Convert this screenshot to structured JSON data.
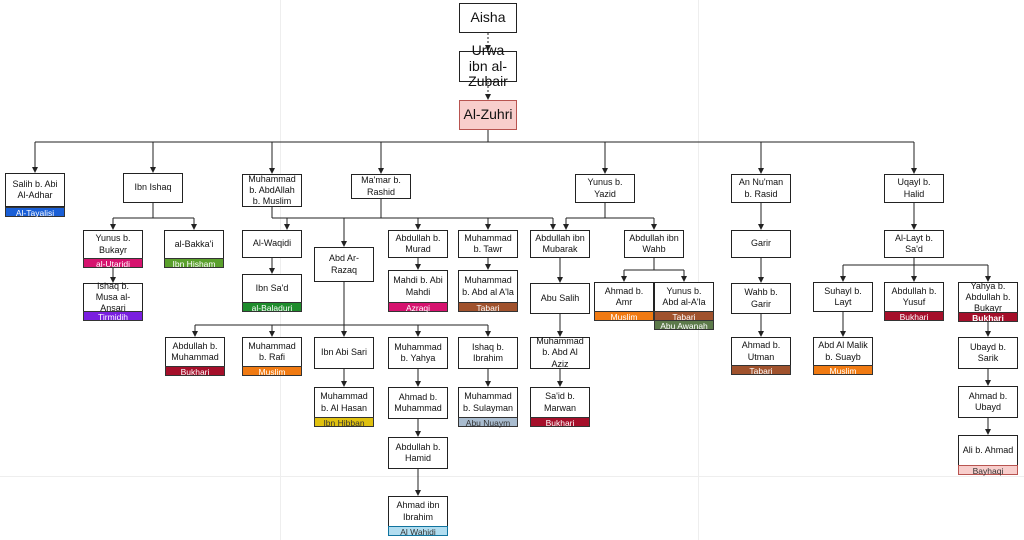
{
  "nodes": {
    "aisha": "Aisha",
    "urwa": "Urwa ibn al-Zubair",
    "zuhri": "Al-Zuhri",
    "salih": "Salih b. Abi Al-Adhar",
    "ibn_ishaq": "Ibn Ishaq",
    "muhammad_abdallah": "Muhammad b. AbdAllah b. Muslim",
    "mamar": "Ma'mar b. Rashid",
    "yunus_yazid": "Yunus b. Yazid",
    "an_numan": "An Nu'man b. Rasid",
    "uqayl": "Uqayl b. Halid",
    "yunus_bukayr": "Yunus b. Bukayr",
    "bakkai": "al-Bakka'i",
    "ishaq_musa": "Ishaq b. Musa al-Ansari",
    "waqidi": "Al-Waqidi",
    "ibn_sad": "Ibn Sa'd",
    "abd_razaq": "Abd Ar-Razaq",
    "abdullah_murad": "Abdullah b. Murad",
    "mahdi": "Mahdi b. Abi Mahdi",
    "muhammad_tawr": "Muhammad b. Tawr",
    "muhammad_abd_ala": "Muhammad b. Abd al A'la",
    "abdullah_mubarak": "Abdullah ibn Mubarak",
    "abu_salih": "Abu Salih",
    "muhammad_abdaziz": "Muhammad b. Abd Al Aziz",
    "said_marwan": "Sa'id b. Marwan",
    "abdullah_wahb": "Abdullah ibn Wahb",
    "ahmad_amr": "Ahmad b. Amr",
    "yunus_abd_ala": "Yunus b. Abd al-A'la",
    "garir": "Garir",
    "wahb_garir": "Wahb b. Garir",
    "ahmad_utman": "Ahmad b. Utman",
    "layt": "Al-Layt b. Sa'd",
    "suhayl": "Suhayl b. Layt",
    "abd_malik": "Abd Al Malik b. Suayb",
    "abdullah_yusuf": "Abdullah b. Yusuf",
    "yahya_bukayr": "Yahya b. Abdullah b. Bukayr",
    "ubayd_sarik": "Ubayd b. Sarik",
    "ahmad_ubayd": "Ahmad b. Ubayd",
    "ali_ahmad": "Ali b. Ahmad",
    "abdullah_muhammad": "Abdullah b. Muhammad",
    "muhammad_rafi": "Muhammad b. Rafi",
    "ibn_abi_sari": "Ibn Abi Sari",
    "muhammad_hasan": "Muhammad b. Al Hasan",
    "muhammad_yahya": "Muhammad b. Yahya",
    "ahmad_muhammad": "Ahmad b. Muhammad",
    "abdullah_hamid": "Abdullah b. Hamid",
    "ahmad_ibrahim": "Ahmad ibn Ibrahim",
    "ishaq_ibrahim": "Ishaq b. Ibrahim",
    "muhammad_sulayman": "Muhammad b. Sulayman"
  },
  "tags": {
    "tayalisi": {
      "label": "Al-Tayalisi",
      "color": "#1a5fd6"
    },
    "utaridi": {
      "label": "al-Utaridi",
      "color": "#d6136f"
    },
    "ibn_hisham": {
      "label": "Ibn Hisham",
      "color": "#5aa02c"
    },
    "tirmidhi": {
      "label": "Tirmidih",
      "color": "#7a1fe0"
    },
    "baladuri": {
      "label": "al-Baladuri",
      "color": "#1e8c2c"
    },
    "azraqi": {
      "label": "Azraqi",
      "color": "#d6136f"
    },
    "tabari1": {
      "label": "Tabari",
      "color": "#a0522d"
    },
    "muslim1": {
      "label": "Muslim",
      "color": "#f07a12"
    },
    "tabari2": {
      "label": "Tabari",
      "color": "#a0522d"
    },
    "abu_awanah": {
      "label": "Abu Awanah",
      "color": "#5c7a4a"
    },
    "tabari3": {
      "label": "Tabari",
      "color": "#a0522d"
    },
    "muslim2": {
      "label": "Muslim",
      "color": "#f07a12"
    },
    "bukhari1": {
      "label": "Bukhari",
      "color": "#a50f2a"
    },
    "bukhari2": {
      "label": "Bukhari",
      "color": "#a50f2a"
    },
    "bayhaqi": {
      "label": "Bayhaqi",
      "color": "#f8cecc"
    },
    "bukhari3": {
      "label": "Bukhari",
      "color": "#a50f2a"
    },
    "muslim3": {
      "label": "Muslim",
      "color": "#f07a12"
    },
    "ibn_hibban": {
      "label": "Ibn Hibban",
      "color": "#e0c10f"
    },
    "al_wahidi": {
      "label": "Al Wahidi",
      "color": "#b1ddf0"
    },
    "abu_nuaym": {
      "label": "Abu Nuaym",
      "color": "#a9bccf"
    },
    "bukhari4": {
      "label": "Bukhari",
      "color": "#a50f2a"
    }
  }
}
